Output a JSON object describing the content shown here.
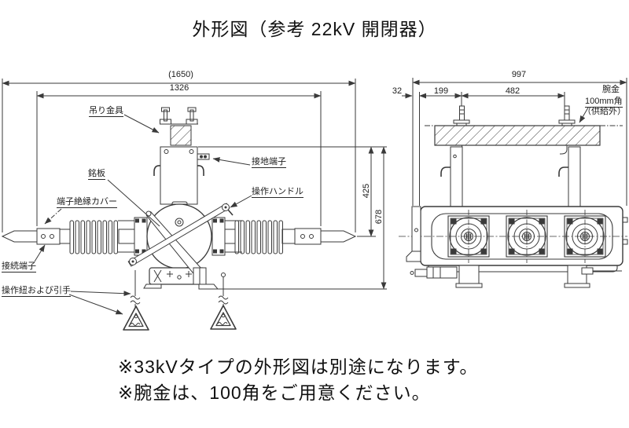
{
  "title": "外形図（参考 22kV 開閉器）",
  "front_view": {
    "dimensions": {
      "overall_width": "(1650)",
      "mounting_width": "1326",
      "upper_height": "425",
      "total_height": "678"
    },
    "labels": {
      "hanger": "吊り金具",
      "ground_terminal": "接地端子",
      "nameplate": "銘板",
      "operating_handle": "操作ハンドル",
      "terminal_insulation_cover": "端子絶縁カバー",
      "connection_terminal": "接続端子",
      "operating_cord": "操作紐および引手"
    }
  },
  "side_view": {
    "dimensions": {
      "overall_width": "997",
      "edge_offset": "32",
      "left_pitch": "199",
      "bolt_pitch": "482"
    },
    "crossarm_label": {
      "line1": "腕金",
      "line2": "100mm角",
      "line3": "（供給外）"
    }
  },
  "notes": [
    "※33kVタイプの外形図は別途になります。",
    "※腕金は、100角をご用意ください。"
  ],
  "colors": {
    "line": "#3a3a3a",
    "background": "#ffffff"
  }
}
